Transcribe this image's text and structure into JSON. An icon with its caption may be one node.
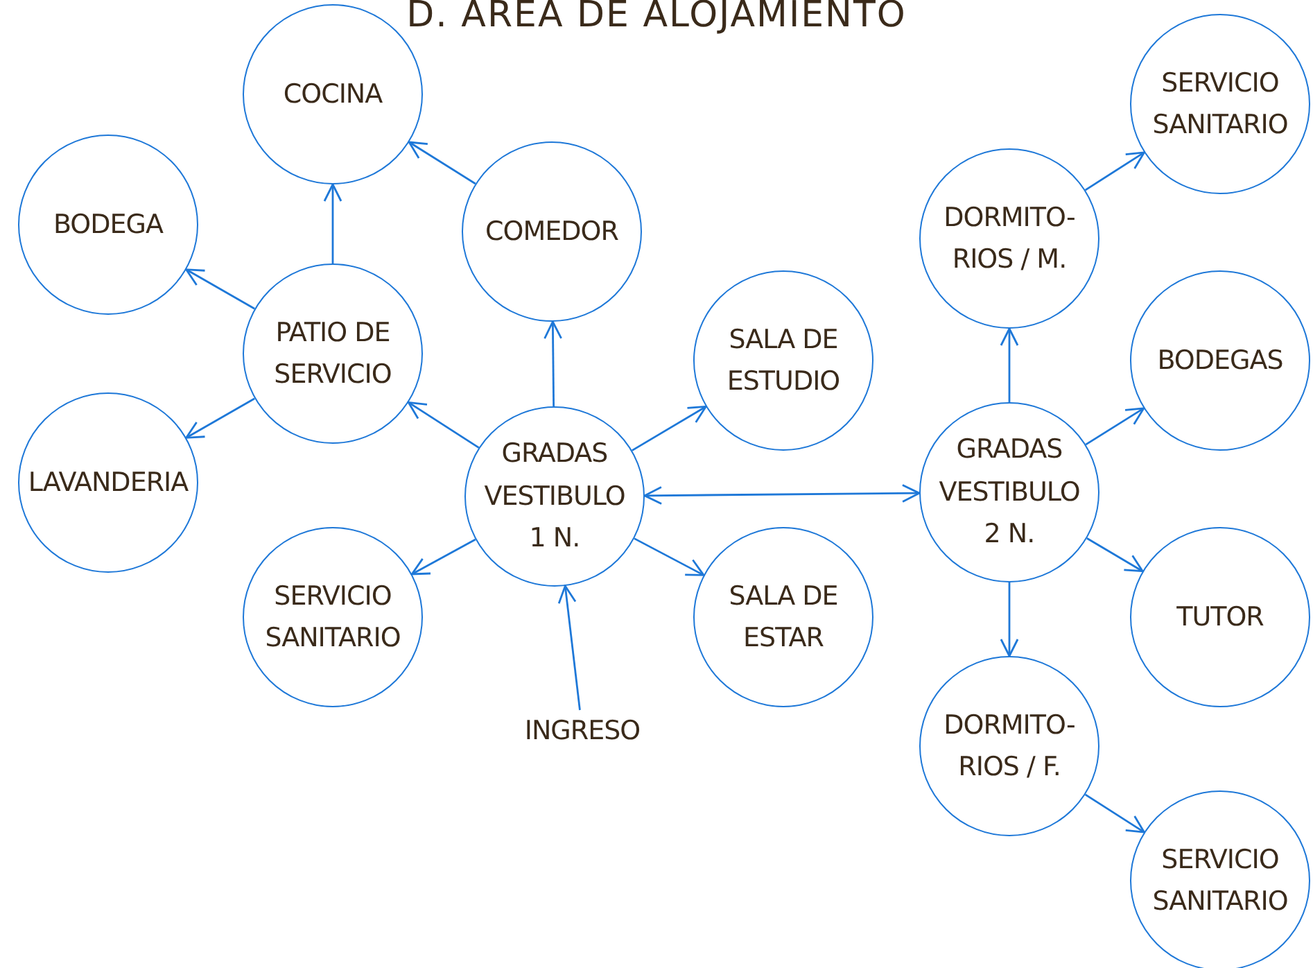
{
  "diagram": {
    "title": "D. AREA DE ALOJAMIENTO",
    "nodes": [
      {
        "text": [
          "COCINA"
        ]
      },
      {
        "text": [
          "BODEGA"
        ]
      },
      {
        "text": [
          "COMEDOR"
        ]
      },
      {
        "text": [
          "PATIO DE SERVICIO"
        ]
      },
      {
        "text": [
          "SALA DE ESTUDIO"
        ]
      },
      {
        "text": [
          "LAVANDERIA"
        ]
      },
      {
        "text": [
          "GRADAS VESTIBULO 1 N."
        ]
      },
      {
        "text": [
          "SERVICIO SANITARIO"
        ]
      },
      {
        "text": [
          "SALA DE ESTAR"
        ]
      },
      {
        "text": [
          "INGRESO"
        ]
      },
      {
        "text": [
          "DORMITO- RIOS / M."
        ]
      },
      {
        "text": [
          "SERVICIO SANITARIO"
        ]
      },
      {
        "text": [
          "BODEGAS"
        ]
      },
      {
        "text": [
          "GRADAS VESTIBULO 2 N."
        ]
      },
      {
        "text": [
          "TUTOR"
        ]
      },
      {
        "text": [
          "DORMITO- RIOS / F."
        ]
      },
      {
        "text": [
          "SERVICIO SANITARIO"
        ]
      }
    ],
    "edges": [
      {
        "from": 3,
        "to": 0,
        "arrow": "to"
      },
      {
        "from": 3,
        "to": 1,
        "arrow": "to"
      },
      {
        "from": 3,
        "to": 5,
        "arrow": "to"
      },
      {
        "from": 2,
        "to": 0,
        "arrow": "to"
      },
      {
        "from": 6,
        "to": 2,
        "arrow": "to"
      },
      {
        "from": 6,
        "to": 3,
        "arrow": "to"
      },
      {
        "from": 6,
        "to": 7,
        "arrow": "to"
      },
      {
        "from": 6,
        "to": 4,
        "arrow": "to"
      },
      {
        "from": 6,
        "to": 8,
        "arrow": "to"
      },
      {
        "from": 6,
        "to": 13,
        "arrow": "both"
      },
      {
        "from": 9,
        "to": 6,
        "arrow": "to"
      },
      {
        "from": 13,
        "to": 10,
        "arrow": "to"
      },
      {
        "from": 13,
        "to": 12,
        "arrow": "to"
      },
      {
        "from": 13,
        "to": 14,
        "arrow": "to"
      },
      {
        "from": 13,
        "to": 15,
        "arrow": "to"
      },
      {
        "from": 10,
        "to": 11,
        "arrow": "to"
      },
      {
        "from": 15,
        "to": 16,
        "arrow": "to"
      }
    ]
  }
}
